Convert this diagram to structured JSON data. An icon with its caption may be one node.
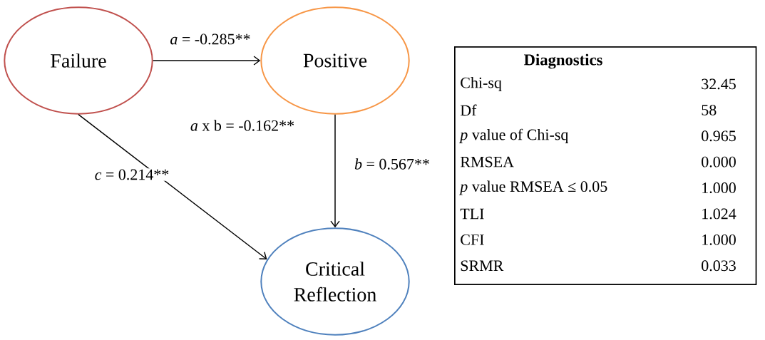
{
  "diagram": {
    "nodes": [
      {
        "text": [
          "Failure"
        ]
      },
      {
        "text": [
          "Positive"
        ]
      },
      {
        "text": [
          "Critical Reflection"
        ]
      },
      {
        "text": [
          "Diagnostics"
        ]
      }
    ],
    "edges": [
      {
        "from": 0,
        "to": 1,
        "arrow": "to",
        "label": "*a* = -0.285**"
      },
      {
        "from": 1,
        "to": 2,
        "arrow": "to",
        "label": "*b* = 0.567**"
      },
      {
        "from": 0,
        "to": 2,
        "arrow": "to",
        "label": "*c* = 0.214**"
      }
    ],
    "labels": [
      "*a* x b = -0.162**",
      "Chi-sq",
      "32.45",
      "Df",
      "58",
      "*p* value of Chi-sq",
      "0.965",
      "RMSEA",
      "0.000",
      "*p* value RMSEA ≤ 0.05",
      "1.000",
      "TLI",
      "1.024",
      "CFI",
      "1.000",
      "SRMR",
      "0.033"
    ]
  }
}
